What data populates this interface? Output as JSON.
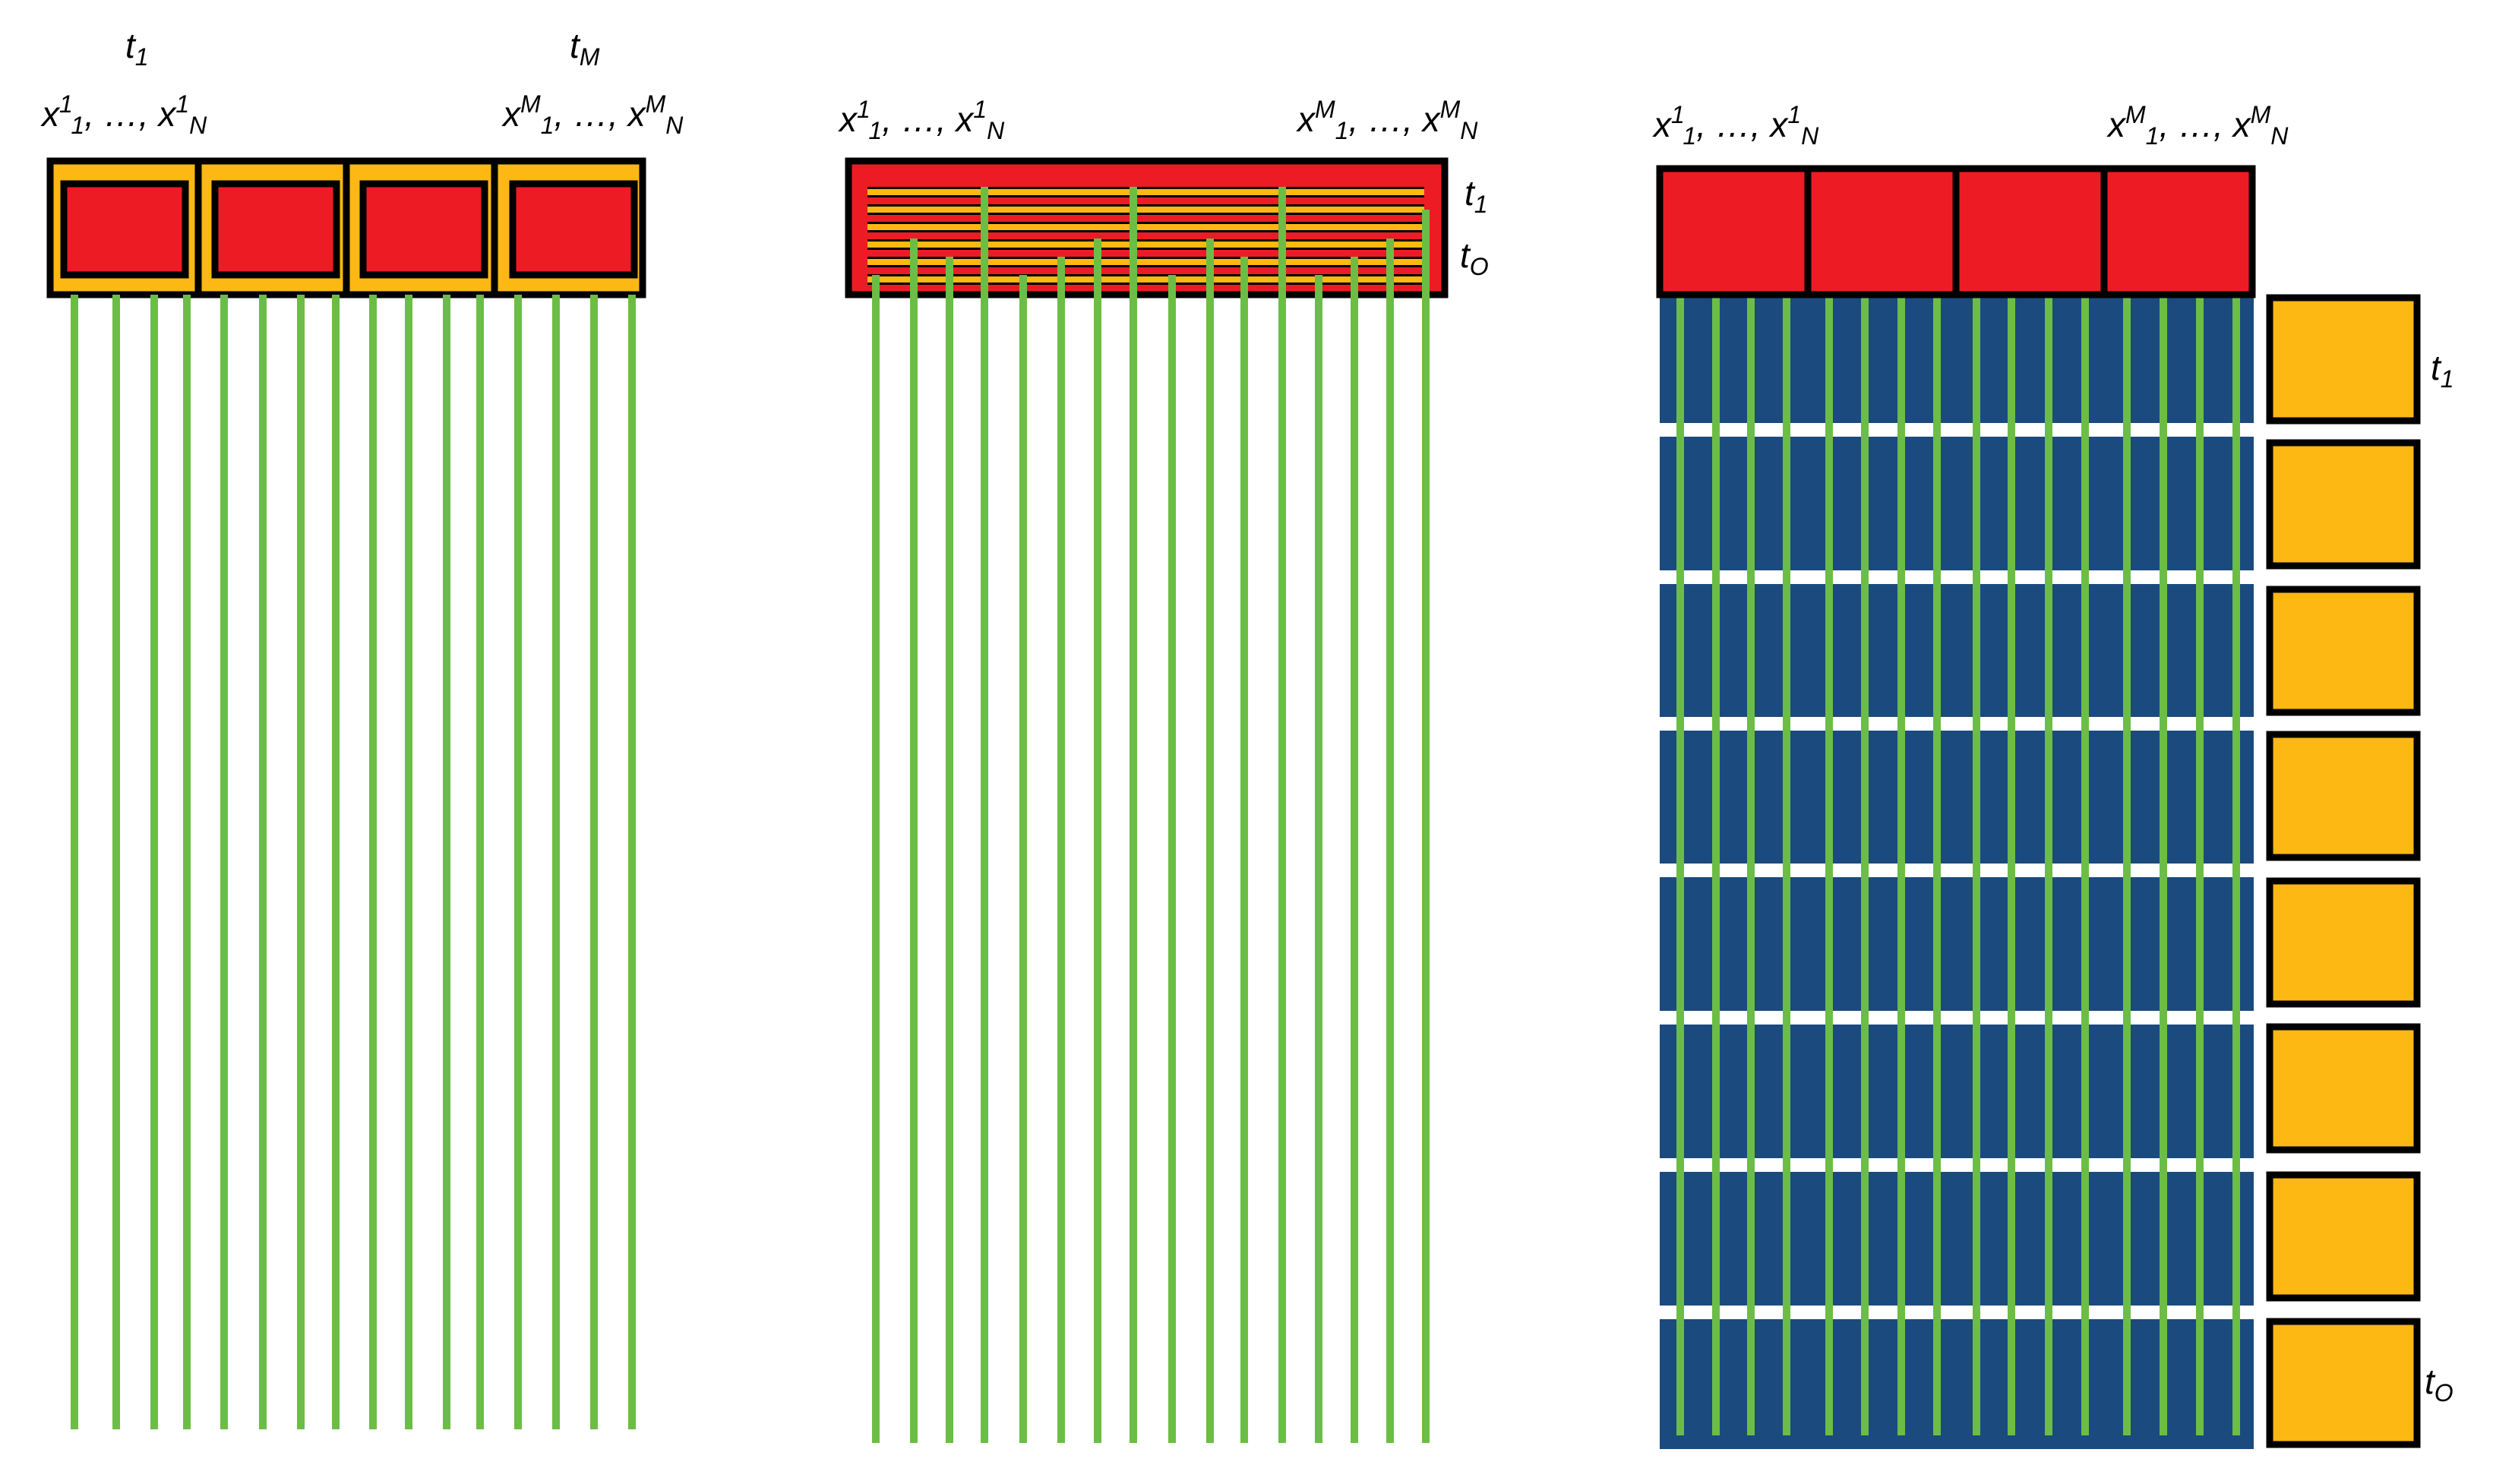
{
  "colors": {
    "red": "#ed1c24",
    "orange": "#fdb813",
    "green": "#6cbd45",
    "blue": "#1b4a7e",
    "black": "#000000",
    "white": "#ffffff"
  },
  "panels": [
    {
      "id": "left",
      "time_labels": [
        {
          "base": "t",
          "sub": "1"
        },
        {
          "base": "t",
          "sub": "M"
        }
      ],
      "feature_labels": [
        {
          "base": "x",
          "sup": "1",
          "sub1": "1",
          "mid": ", …, ",
          "base2": "x",
          "sup2": "1",
          "sub2": "N"
        },
        {
          "base": "x",
          "sup": "M",
          "sub1": "1",
          "mid": ", …, ",
          "base2": "x",
          "sup2": "M",
          "sub2": "N"
        }
      ]
    },
    {
      "id": "middle",
      "feature_labels": [
        {
          "base": "x",
          "sup": "1",
          "sub1": "1",
          "mid": ", …, ",
          "base2": "x",
          "sup2": "1",
          "sub2": "N"
        },
        {
          "base": "x",
          "sup": "M",
          "sub1": "1",
          "mid": ", …, ",
          "base2": "x",
          "sup2": "M",
          "sub2": "N"
        }
      ],
      "time_labels": [
        {
          "base": "t",
          "sub": "1"
        },
        {
          "base": "t",
          "sub": "O"
        }
      ]
    },
    {
      "id": "right",
      "feature_labels": [
        {
          "base": "x",
          "sup": "1",
          "sub1": "1",
          "mid": ", …, ",
          "base2": "x",
          "sup2": "1",
          "sub2": "N"
        },
        {
          "base": "x",
          "sup": "M",
          "sub1": "1",
          "mid": ", …, ",
          "base2": "x",
          "sup2": "M",
          "sub2": "N"
        }
      ],
      "time_labels": [
        {
          "base": "t",
          "sub": "1"
        },
        {
          "base": "t",
          "sub": "O"
        }
      ]
    }
  ]
}
